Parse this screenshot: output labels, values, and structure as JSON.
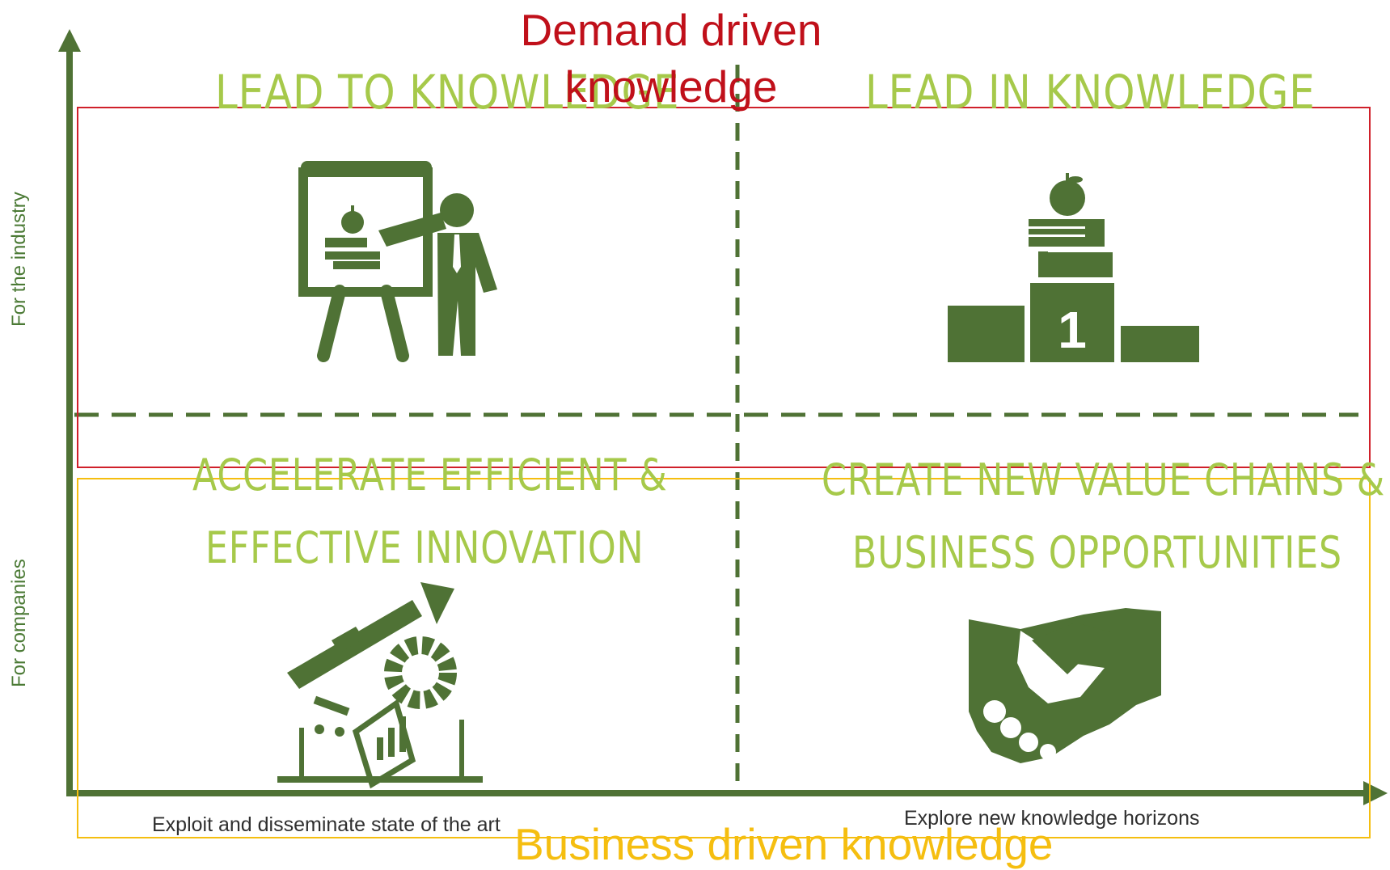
{
  "colors": {
    "axis": "#4f7235",
    "icon": "#4f7235",
    "quadrant_title": "#a6c94a",
    "demand_box": "#d0202a",
    "business_box": "#f5be10",
    "demand_text": "#c0101a",
    "business_text": "#f5be10"
  },
  "overlay": {
    "demand_label": "Demand driven knowledge",
    "business_label": "Business driven knowledge"
  },
  "quadrants": {
    "top_left": {
      "title": "LEAD TO KNOWLEDGE",
      "icon": "presenter-board-icon"
    },
    "top_right": {
      "title": "LEAD IN KNOWLEDGE",
      "icon": "podium-books-icon"
    },
    "bottom_left": {
      "title_line1": "ACCELERATE EFFICIENT &",
      "title_line2": "EFFECTIVE INNOVATION",
      "icon": "innovation-gear-icon"
    },
    "bottom_right": {
      "title_line1": "CREATE NEW VALUE CHAINS &",
      "title_line2": "BUSINESS OPPORTUNITIES",
      "icon": "handshake-icon"
    }
  },
  "axes": {
    "y_top_label": "For the industry",
    "y_bottom_label": "For companies",
    "x_left_label": "Exploit and disseminate state of the art",
    "x_right_label": "Explore new knowledge horizons"
  },
  "podium": {
    "first_place": "1"
  }
}
